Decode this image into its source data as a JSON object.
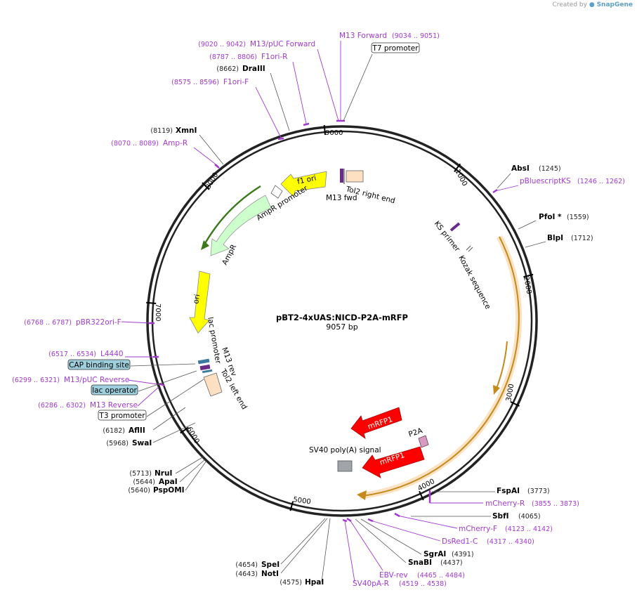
{
  "credit": {
    "prefix": "Created by",
    "brand": "SnapGene"
  },
  "map": {
    "name": "pBT2-4xUAS:NICD-P2A-mRFP",
    "length_label": "9057 bp",
    "total_bp": 9057,
    "ticks": [
      "1000",
      "2000",
      "3000",
      "4000",
      "5000",
      "6000",
      "7000",
      "8000",
      "9000"
    ]
  },
  "enzymes": [
    {
      "name": "XmnI",
      "pos": "(8119)"
    },
    {
      "name": "DraIII",
      "pos": "(8662)"
    },
    {
      "name": "AbsI",
      "pos": "(1245)"
    },
    {
      "name": "PfoI *",
      "pos": "(1559)"
    },
    {
      "name": "BlpI",
      "pos": "(1712)"
    },
    {
      "name": "FspAI",
      "pos": "(3773)"
    },
    {
      "name": "SbfI",
      "pos": "(4065)"
    },
    {
      "name": "SgrAI",
      "pos": "(4391)"
    },
    {
      "name": "SnaBI",
      "pos": "(4437)"
    },
    {
      "name": "SpeI",
      "pos": "(4654)"
    },
    {
      "name": "NotI",
      "pos": "(4643)"
    },
    {
      "name": "HpaI",
      "pos": "(4575)"
    },
    {
      "name": "NruI",
      "pos": "(5713)"
    },
    {
      "name": "ApaI",
      "pos": "(5644)"
    },
    {
      "name": "PspOMI",
      "pos": "(5640)"
    },
    {
      "name": "AflII",
      "pos": "(6182)"
    },
    {
      "name": "SwaI",
      "pos": "(5968)"
    }
  ],
  "primers": [
    {
      "name": "M13 Forward",
      "pos": "(9034 .. 9051)"
    },
    {
      "name": "M13/pUC Forward",
      "pos": "(9020 .. 9042)"
    },
    {
      "name": "F1ori-R",
      "pos": "(8787 .. 8806)"
    },
    {
      "name": "F1ori-F",
      "pos": "(8575 .. 8596)"
    },
    {
      "name": "Amp-R",
      "pos": "(8070 .. 8089)"
    },
    {
      "name": "pBluescriptKS",
      "pos": "(1246 .. 1262)"
    },
    {
      "name": "pBR322ori-F",
      "pos": "(6768 .. 6787)"
    },
    {
      "name": "L4440",
      "pos": "(6517 .. 6534)"
    },
    {
      "name": "M13/pUC Reverse",
      "pos": "(6299 .. 6321)"
    },
    {
      "name": "M13 Reverse",
      "pos": "(6286 .. 6302)"
    },
    {
      "name": "mCherry-R",
      "pos": "(3855 .. 3873)"
    },
    {
      "name": "mCherry-F",
      "pos": "(4123 .. 4142)"
    },
    {
      "name": "DsRed1-C",
      "pos": "(4317 .. 4340)"
    },
    {
      "name": "EBV-rev",
      "pos": "(4465 .. 4484)"
    },
    {
      "name": "SV40pA-R",
      "pos": "(4519 .. 4538)"
    }
  ],
  "boxed_features": [
    "T7 promoter",
    "CAP binding site",
    "lac operator",
    "T3 promoter"
  ],
  "features": {
    "f1_ori": "f1 ori",
    "ampr_promoter": "AmpR promoter",
    "ampr": "AmpR",
    "ori": "ori",
    "tol2_right": "Tol2 right end",
    "m13_fwd": "M13 fwd",
    "ks_primer": "KS primer",
    "kozak": "Kozak sequence",
    "lac_promoter": "lac promoter",
    "m13_rev": "M13 rev",
    "tol2_left": "Tol2 left end",
    "mrfp1_a": "mRFP1",
    "mrfp1_b": "mRFP1",
    "p2a": "P2A",
    "sv40": "SV40 poly(A) signal"
  },
  "colors": {
    "primer": "#a23ad0",
    "f1ori": "#ffff00",
    "ampr": "#ccffcc",
    "ampr_promoter": "#ffffff",
    "tol2": "#fde0c2",
    "mrfp": "#ff0000",
    "sv40": "#a0a4a8",
    "orf": "#f3a64a",
    "box_blue": "#9ecfdc"
  }
}
